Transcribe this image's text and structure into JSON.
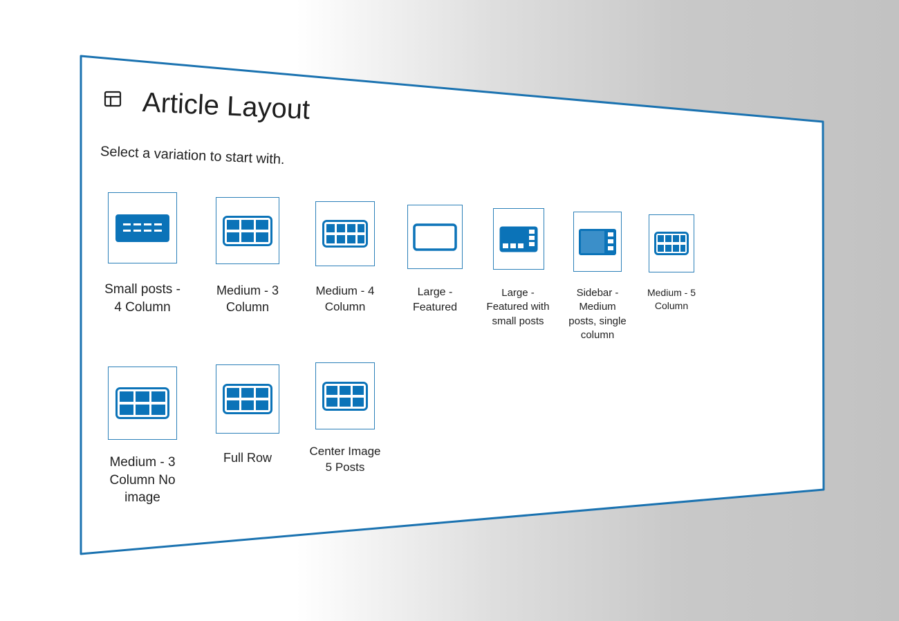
{
  "header": {
    "title": "Article Layout",
    "subtitle": "Select a variation to start with.",
    "icon": "layout-icon"
  },
  "colors": {
    "accent": "#0b73b8",
    "border": "#2a7fb8",
    "text": "#1e1e1e"
  },
  "variations": [
    {
      "label": "Small posts -\n4 Column",
      "icon": "small-posts-4-column-icon"
    },
    {
      "label": "Medium - 3\nColumn",
      "icon": "medium-3-column-icon"
    },
    {
      "label": "Medium - 4\nColumn",
      "icon": "medium-4-column-icon"
    },
    {
      "label": "Large -\nFeatured",
      "icon": "large-featured-icon"
    },
    {
      "label": "Large -\nFeatured with\nsmall posts",
      "icon": "large-featured-small-posts-icon"
    },
    {
      "label": "Sidebar -\nMedium\nposts, single\ncolumn",
      "icon": "sidebar-medium-posts-icon"
    },
    {
      "label": "Medium - 5\nColumn",
      "icon": "medium-5-column-icon"
    },
    {
      "label": "Medium - 3\nColumn No\nimage",
      "icon": "medium-3-column-no-image-icon"
    },
    {
      "label": "Full Row",
      "icon": "full-row-icon"
    },
    {
      "label": "Center Image\n5 Posts",
      "icon": "center-image-5-posts-icon"
    }
  ]
}
